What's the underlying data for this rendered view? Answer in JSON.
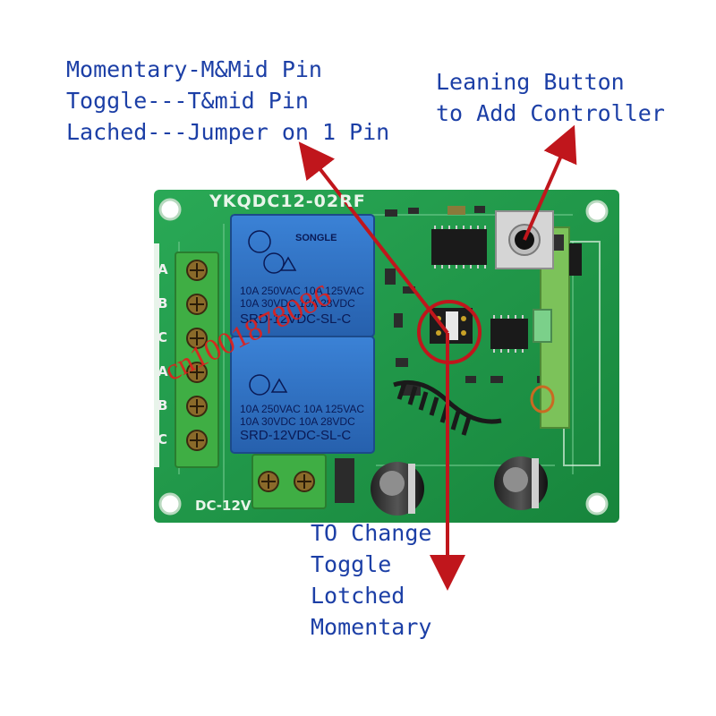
{
  "callouts": {
    "mode_lines": [
      "Momentary-M&Mid Pin",
      "Toggle---T&mid Pin",
      "Lached---Jumper on 1 Pin"
    ],
    "learn_lines": [
      "Leaning Button",
      "to Add Controller"
    ],
    "change_lines": [
      "TO Change",
      "Toggle",
      "Lotched",
      "Momentary"
    ]
  },
  "board": {
    "model": "YKQDC12-02RF",
    "power_label": "DC-12V",
    "terminal_labels": [
      "A",
      "B",
      "C",
      "A",
      "B",
      "C"
    ],
    "relays": [
      {
        "brand": "SONGLE",
        "ratings_line1": "10A 250VAC  10A 125VAC",
        "ratings_line2": "10A  30VDC  10A  28VDC",
        "model": "SRD-12VDC-SL-C"
      },
      {
        "brand": "",
        "ratings_line1": "10A 250VAC  10A 125VAC",
        "ratings_line2": "10A  30VDC  10A  28VDC",
        "model": "SRD-12VDC-SL-C"
      }
    ]
  },
  "watermark": "cn1001878086",
  "colors": {
    "caption_text": "#1c3fa6",
    "arrow": "#c0161c",
    "pcb": "#1f9a48",
    "relay": "#2f6fc2",
    "terminal": "#3fae44",
    "watermark": "#e0201c"
  }
}
